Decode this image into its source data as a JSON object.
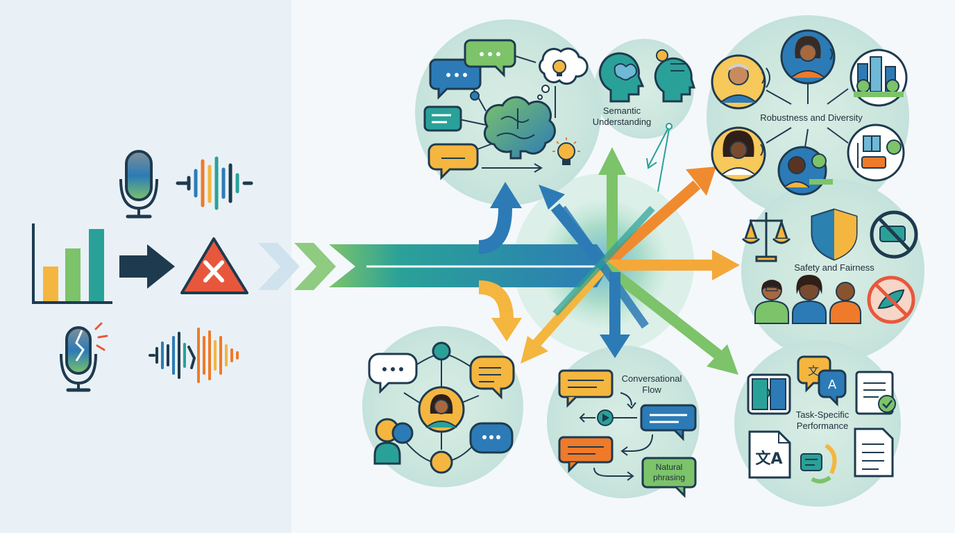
{
  "palette": {
    "background": "#f4f8fb",
    "left_panel": "#e9f1f6",
    "ink": "#1e3a4f",
    "blue": "#2c7bb6",
    "teal": "#2aa198",
    "green": "#7cc36a",
    "yellow": "#f4b63f",
    "orange": "#ef7a2a",
    "red": "#e8573c",
    "circle_fill": "#cfe8df"
  },
  "labels": {
    "semantic": "Semantic Understanding",
    "robustness": "Robustness and Diversity",
    "safety": "Safety and Fairness",
    "conversational": "Conversational Flow",
    "natural": "Natural phrasing",
    "task": "Task-Specific Performance"
  },
  "icons": {
    "input": [
      "microphone-icon",
      "waveform-icon",
      "bar-chart-icon",
      "arrow-right-icon",
      "error-triangle-icon",
      "broken-microphone-icon",
      "distorted-waveform-icon"
    ],
    "semantic": [
      "brain-icon",
      "chat-bubble-icon",
      "lightbulb-icon",
      "head-profile-icon"
    ],
    "robustness": [
      "person-avatar-icon",
      "city-icon",
      "park-icon",
      "home-icon"
    ],
    "safety": [
      "scales-icon",
      "shield-icon",
      "prohibited-icon",
      "people-icon"
    ],
    "conversational": [
      "chat-bubble-icon",
      "play-icon",
      "speech-bubble-icon"
    ],
    "task": [
      "translate-icon",
      "document-icon",
      "checkmark-icon",
      "puzzle-icon"
    ],
    "network": [
      "person-avatar-icon",
      "chat-bubble-icon",
      "node-icon"
    ]
  }
}
